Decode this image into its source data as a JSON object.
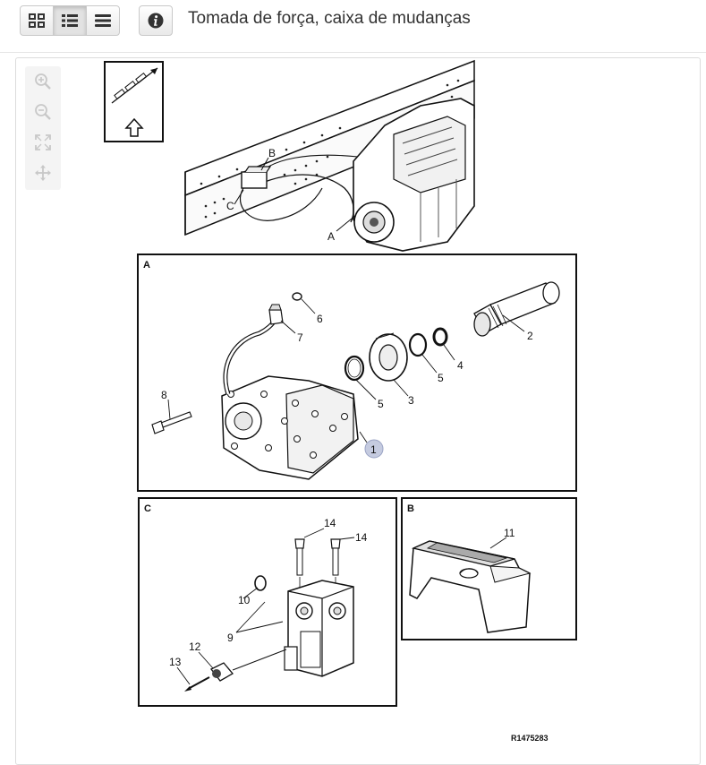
{
  "toolbar": {
    "view_buttons": [
      {
        "name": "grid-view",
        "icon": "grid-icon"
      },
      {
        "name": "list-view",
        "icon": "list-icon",
        "active": true
      },
      {
        "name": "rows-view",
        "icon": "rows-icon"
      }
    ],
    "info_icon": "info-icon"
  },
  "page": {
    "title": "Tomada de força, caixa de mudanças"
  },
  "zoom_tools": [
    {
      "name": "zoom-in",
      "icon": "zoom-in-icon"
    },
    {
      "name": "zoom-out",
      "icon": "zoom-out-icon"
    },
    {
      "name": "fit",
      "icon": "fit-screen-icon"
    },
    {
      "name": "pan",
      "icon": "pan-move-icon"
    }
  ],
  "diagram": {
    "overview_labels": {
      "a": "A",
      "b": "B",
      "c": "C"
    },
    "panel_a": {
      "label": "A",
      "callouts": {
        "c1": "1",
        "c2": "2",
        "c3": "3",
        "c4": "4",
        "c5a": "5",
        "c5b": "5",
        "c6": "6",
        "c7": "7",
        "c8": "8"
      }
    },
    "panel_c": {
      "label": "C",
      "callouts": {
        "c9": "9",
        "c10": "10",
        "c12": "12",
        "c13": "13",
        "c14a": "14",
        "c14b": "14"
      }
    },
    "panel_b": {
      "label": "B",
      "callouts": {
        "c11": "11"
      }
    },
    "reference": "R1475283",
    "highlight_color": "#c5cbe0"
  }
}
